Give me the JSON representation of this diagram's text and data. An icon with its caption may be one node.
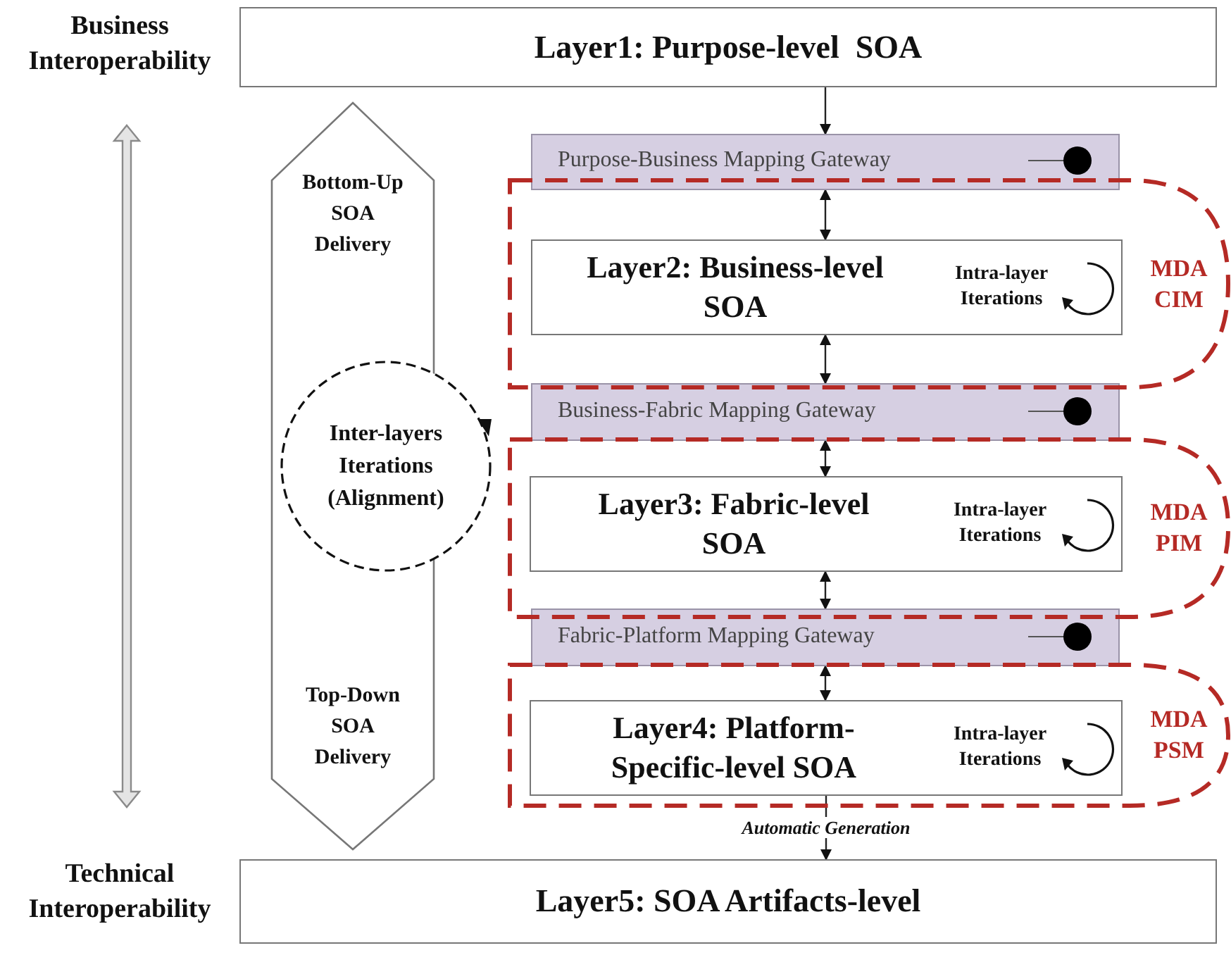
{
  "diagram": {
    "nodes": [
      {
        "text": [
          "Layer1: Purpose-level  SOA"
        ]
      },
      {
        "text": [
          "Purpose-Business Mapping Gateway"
        ]
      },
      {
        "text": [
          "MDA CIM"
        ]
      },
      {
        "text": [
          "Layer2: Business-level SOA",
          "Intra-layer Iterations"
        ],
        "in": 2
      },
      {
        "text": [
          "Business-Fabric Mapping Gateway"
        ]
      },
      {
        "text": [
          "MDA PIM"
        ]
      },
      {
        "text": [
          "Layer3: Fabric-level SOA",
          "Intra-layer Iterations"
        ],
        "in": 5
      },
      {
        "text": [
          "Fabric-Platform Mapping Gateway"
        ]
      },
      {
        "text": [
          "MDA PSM"
        ]
      },
      {
        "text": [
          "Layer4: Platform-Specific-level SOA",
          "Intra-layer Iterations"
        ],
        "in": 8
      },
      {
        "text": [
          "Layer5: SOA Artifacts-level"
        ]
      },
      {
        "text": [
          "Bottom-Up SOA Delivery",
          "Top-Down SOA Delivery"
        ]
      },
      {
        "text": [
          "Inter-layers Iterations (Alignment)"
        ]
      }
    ],
    "edges": [
      {
        "from": 0,
        "to": 1,
        "arrow": "to"
      },
      {
        "from": 1,
        "to": 3,
        "arrow": "both"
      },
      {
        "from": 3,
        "to": 4,
        "arrow": "both"
      },
      {
        "from": 4,
        "to": 6,
        "arrow": "both"
      },
      {
        "from": 6,
        "to": 7,
        "arrow": "both"
      },
      {
        "from": 7,
        "to": 9,
        "arrow": "both"
      },
      {
        "from": 9,
        "to": 10,
        "arrow": "to",
        "label": "Automatic Generation"
      }
    ],
    "labels": [
      "Business Interoperability",
      "Technical Interoperability"
    ]
  }
}
